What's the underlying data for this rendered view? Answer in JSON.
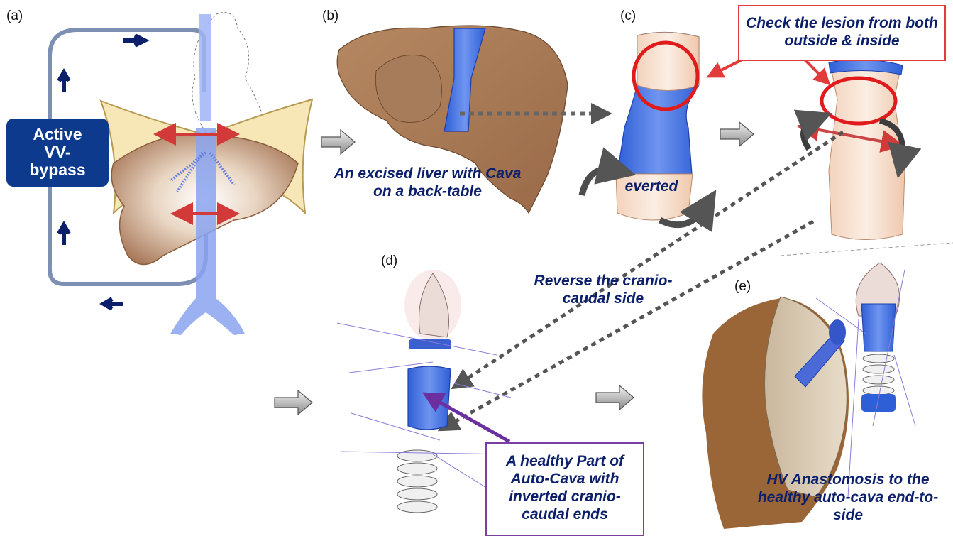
{
  "panels": {
    "a": "(a)",
    "b": "(b)",
    "c": "(c)",
    "d": "(d)",
    "e": "(e)"
  },
  "bypass_label": "Active\nVV-\nbypass",
  "captions": {
    "check_lesion": "Check the lesion from both outside & inside",
    "excised_liver": "An excised liver with Cava on a back-table",
    "everted": "everted",
    "reverse": "Reverse the cranio-caudal side",
    "healthy_part": "A healthy Part of Auto-Cava with inverted cranio-caudal ends",
    "hv_anastomosis": "HV Anastomosis to the healthy auto-cava end-to-side"
  },
  "colors": {
    "navy": "#0b1f6b",
    "red": "#e23b3b",
    "purple": "#7a3fa0",
    "vein_blue": "#3f6ee0",
    "liver_brown": "#a8795a",
    "bypass_box": "#0d3a8c"
  }
}
